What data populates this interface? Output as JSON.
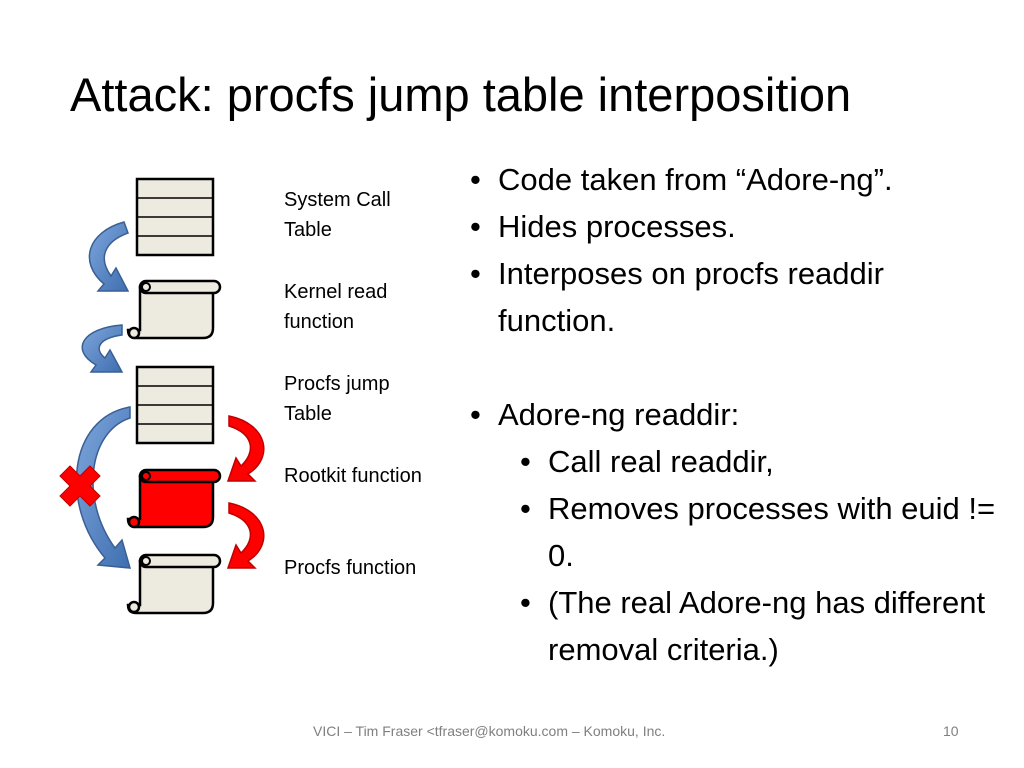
{
  "title": "Attack: procfs jump table interposition",
  "diagram": {
    "labels": [
      {
        "id": "system-call-table",
        "line1": "System Call",
        "line2": "Table"
      },
      {
        "id": "kernel-read-function",
        "line1": "Kernel read",
        "line2": "function"
      },
      {
        "id": "procfs-jump-table",
        "line1": "Procfs jump",
        "line2": "Table"
      },
      {
        "id": "rootkit-function",
        "line1": "Rootkit function",
        "line2": ""
      },
      {
        "id": "procfs-function",
        "line1": "Procfs function",
        "line2": ""
      }
    ],
    "colors": {
      "table_fill": "#edebe0",
      "scroll_fill": "#edebe0",
      "rootkit_fill": "#ff0000",
      "blue_arrow": "#4f81bd",
      "red_arrow": "#ff0000",
      "x_mark": "#ff0000"
    }
  },
  "bullets": [
    {
      "text": "Code taken from “Adore-ng”."
    },
    {
      "text": "Hides processes."
    },
    {
      "text": "Interposes on procfs readdir function."
    }
  ],
  "bullets2": [
    {
      "text": "Adore-ng readdir:",
      "sub": [
        {
          "text": "Call real readdir,"
        },
        {
          "text": "Removes processes with euid != 0."
        },
        {
          "text": "(The real Adore-ng has different removal criteria.)"
        }
      ]
    }
  ],
  "bullet_char": "•",
  "footer": {
    "text": "VICI – Tim Fraser <tfraser@komoku.com – Komoku, Inc.",
    "page": "10"
  }
}
